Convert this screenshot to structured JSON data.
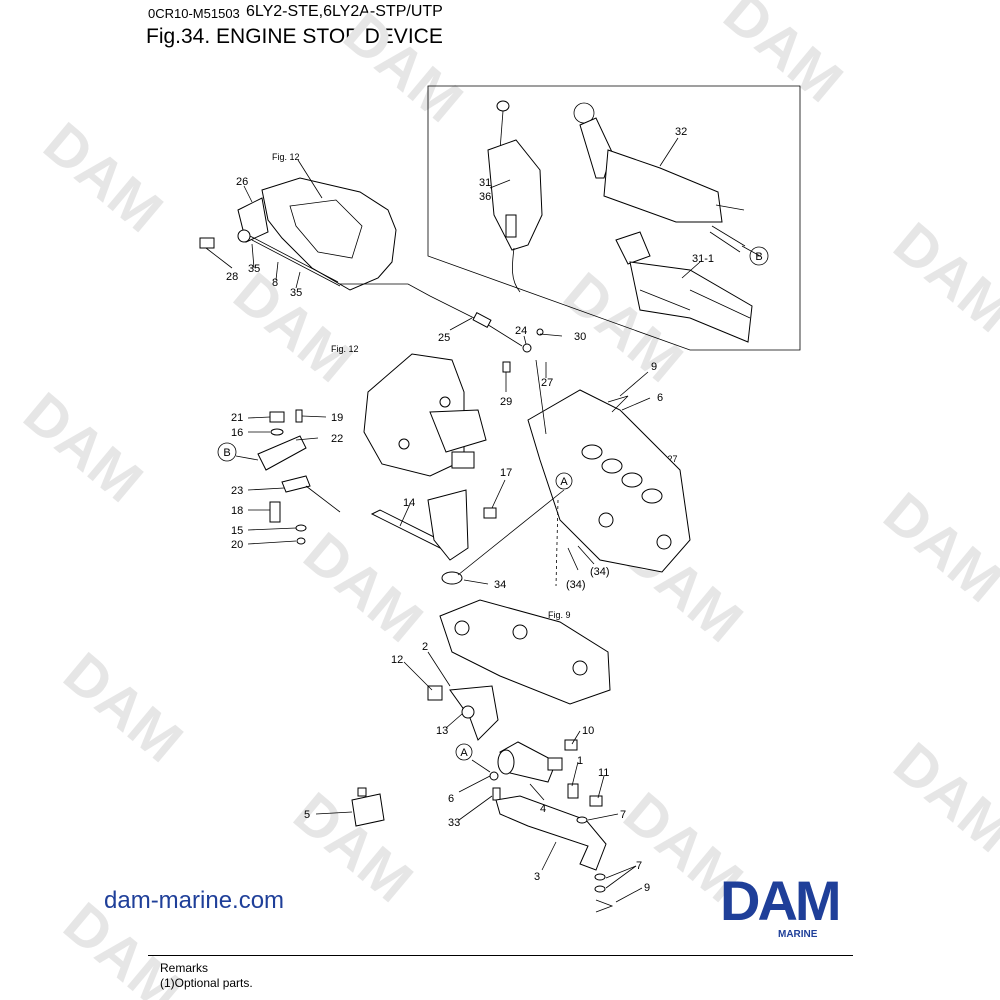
{
  "header": {
    "doc_number": "0CR10-M51503",
    "model": "6LY2-STE,6LY2A-STP/UTP",
    "title": "Fig.34.  ENGINE STOP DEVICE"
  },
  "figure_refs": [
    "Fig. 12",
    "Fig. 12",
    "Fig. 27",
    "Fig. 9"
  ],
  "callouts": {
    "c1": "1",
    "c2": "2",
    "c3": "3",
    "c4": "4",
    "c5": "5",
    "c6a": "6",
    "c6b": "6",
    "c7a": "7",
    "c7b": "7",
    "c8": "8",
    "c9a": "9",
    "c9b": "9",
    "c10": "10",
    "c11": "11",
    "c12": "12",
    "c13": "13",
    "c14": "14",
    "c15": "15",
    "c16": "16",
    "c17": "17",
    "c18": "18",
    "c19": "19",
    "c20": "20",
    "c21": "21",
    "c22": "22",
    "c23": "23",
    "c24": "24",
    "c25": "25",
    "c26": "26",
    "c27": "27",
    "c28": "28",
    "c29": "29",
    "c30": "30",
    "c31": "31",
    "c36": "36",
    "c32": "32",
    "c31_1": "31-1",
    "c33": "33",
    "c34": "34",
    "c34b": "(34)",
    "c34c": "(34)",
    "c35a": "35",
    "c35b": "35"
  },
  "markers": {
    "a1": "A",
    "a2": "A",
    "b1": "B",
    "b2": "B"
  },
  "watermark": "DAM",
  "footer": {
    "website": "dam-marine.com",
    "brand": "DAM",
    "brand_sub": "MARINE",
    "remarks_title": "Remarks",
    "remarks_note": "(1)Optional parts."
  }
}
